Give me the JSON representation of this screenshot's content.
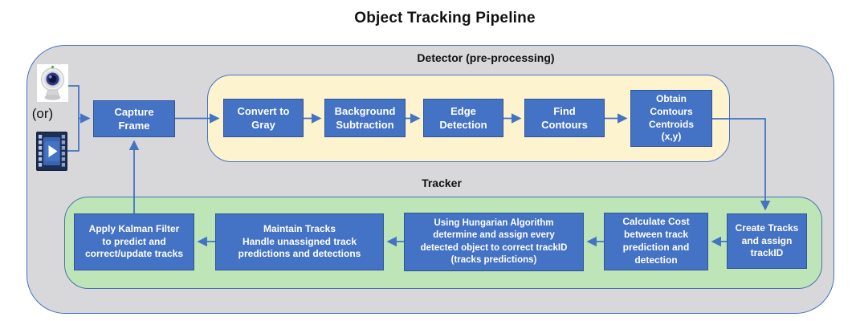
{
  "title": "Object Tracking Pipeline",
  "colors": {
    "node_fill": "#4472C4",
    "node_border": "#2F5597",
    "node_text": "#FFFFFF",
    "arrow": "#4472C4",
    "detector_bg": "#FDF3CE",
    "tracker_bg": "#BEE5B8",
    "container_bg": "#D8D8DA",
    "container_border": "#4472C4",
    "label_text": "#111111"
  },
  "icons": {
    "webcam": "webcam-icon",
    "video_file": "video-file-icon"
  },
  "source": {
    "or_label": "(or)"
  },
  "capture": {
    "label": "Capture\nFrame"
  },
  "detector": {
    "label": "Detector (pre-processing)",
    "steps": [
      "Convert to\nGray",
      "Background\nSubtraction",
      "Edge\nDetection",
      "Find\nContours",
      "Obtain\nContours\nCentroids\n(x,y)"
    ]
  },
  "tracker": {
    "label": "Tracker",
    "steps": [
      "Create Tracks\nand assign\ntrackID",
      "Calculate Cost\nbetween track\nprediction and\ndetection",
      "Using Hungarian Algorithm\ndetermine and assign every\ndetected object to correct trackID\n(tracks predictions)",
      "Maintain Tracks\nHandle unassigned track\npredictions and detections",
      "Apply Kalman Filter\nto predict and\ncorrect/update tracks"
    ]
  }
}
